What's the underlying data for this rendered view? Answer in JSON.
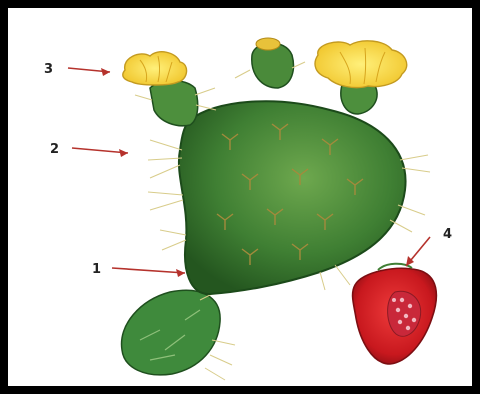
{
  "labels": [
    {
      "id": "1",
      "text": "1"
    },
    {
      "id": "2",
      "text": "2"
    },
    {
      "id": "3",
      "text": "3"
    },
    {
      "id": "4",
      "text": "4"
    }
  ],
  "colors": {
    "frame": "#000000",
    "background": "#ffffff",
    "pad_dark": "#2f6b2a",
    "pad_mid": "#4c8e3a",
    "pad_light": "#7bb35a",
    "flower": "#f3d23a",
    "flower_dark": "#d9a818",
    "fruit": "#d8262a",
    "fruit_dark": "#a5161b",
    "arrow": "#b5322c",
    "spine": "#d8cc8a"
  }
}
